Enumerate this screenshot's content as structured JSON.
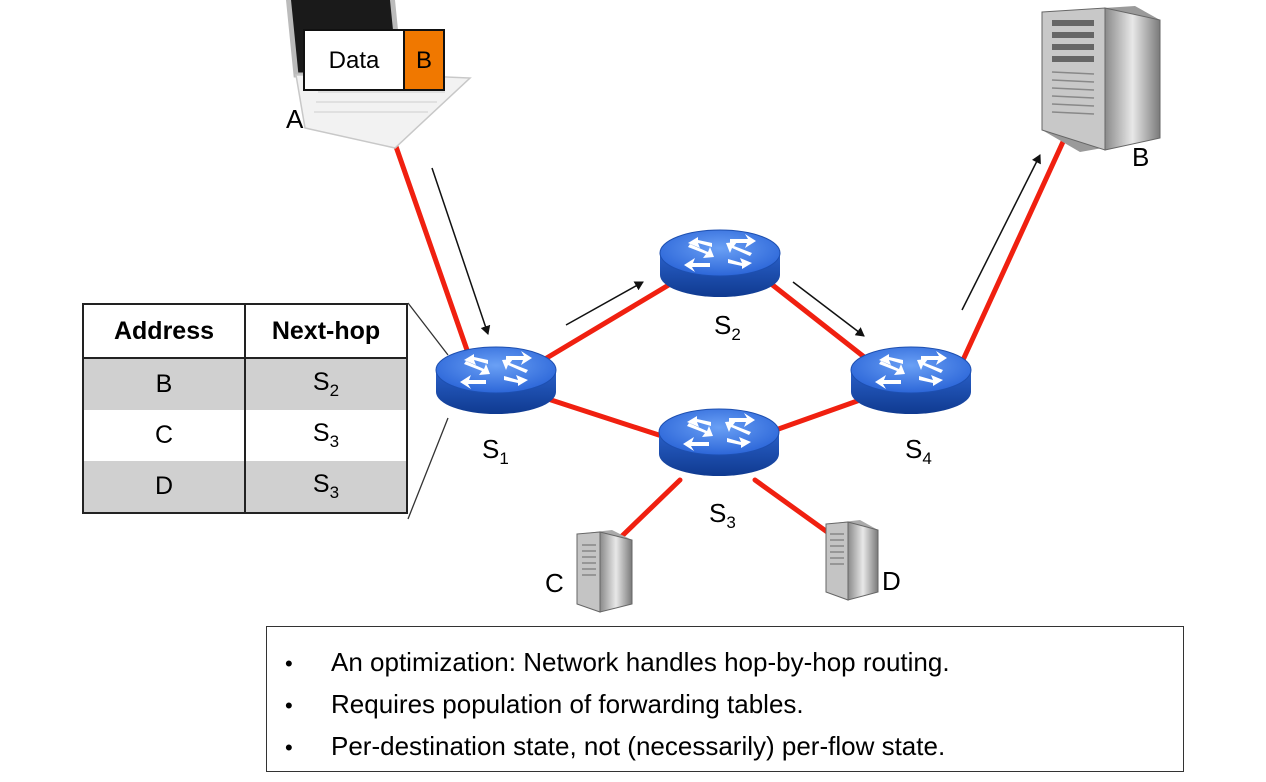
{
  "hosts": {
    "sender": {
      "label": "A",
      "packet": {
        "payload": "Data",
        "dest": "B"
      }
    },
    "destination": {
      "label": "B"
    },
    "server_c": {
      "label": "C"
    },
    "server_d": {
      "label": "D"
    }
  },
  "switches": [
    {
      "base": "S",
      "sub": "1"
    },
    {
      "base": "S",
      "sub": "2"
    },
    {
      "base": "S",
      "sub": "3"
    },
    {
      "base": "S",
      "sub": "4"
    }
  ],
  "forwarding_table": {
    "headers": [
      "Address",
      "Next-hop"
    ],
    "rows": [
      {
        "address": "B",
        "next_hop_base": "S",
        "next_hop_sub": "2"
      },
      {
        "address": "C",
        "next_hop_base": "S",
        "next_hop_sub": "3"
      },
      {
        "address": "D",
        "next_hop_base": "S",
        "next_hop_sub": "3"
      }
    ]
  },
  "notes": [
    "An optimization: Network handles hop-by-hop routing.",
    "Requires population of forwarding tables.",
    "Per-destination state, not (necessarily) per-flow state."
  ],
  "colors": {
    "link": "#f02010",
    "router": "#2f6fe0",
    "packet_dest": "#f07800",
    "row_shade": "#d0d0d0"
  },
  "icons": [
    "laptop-icon",
    "server-tower-icon",
    "router-icon",
    "arrow-icon",
    "bullet-icon"
  ]
}
